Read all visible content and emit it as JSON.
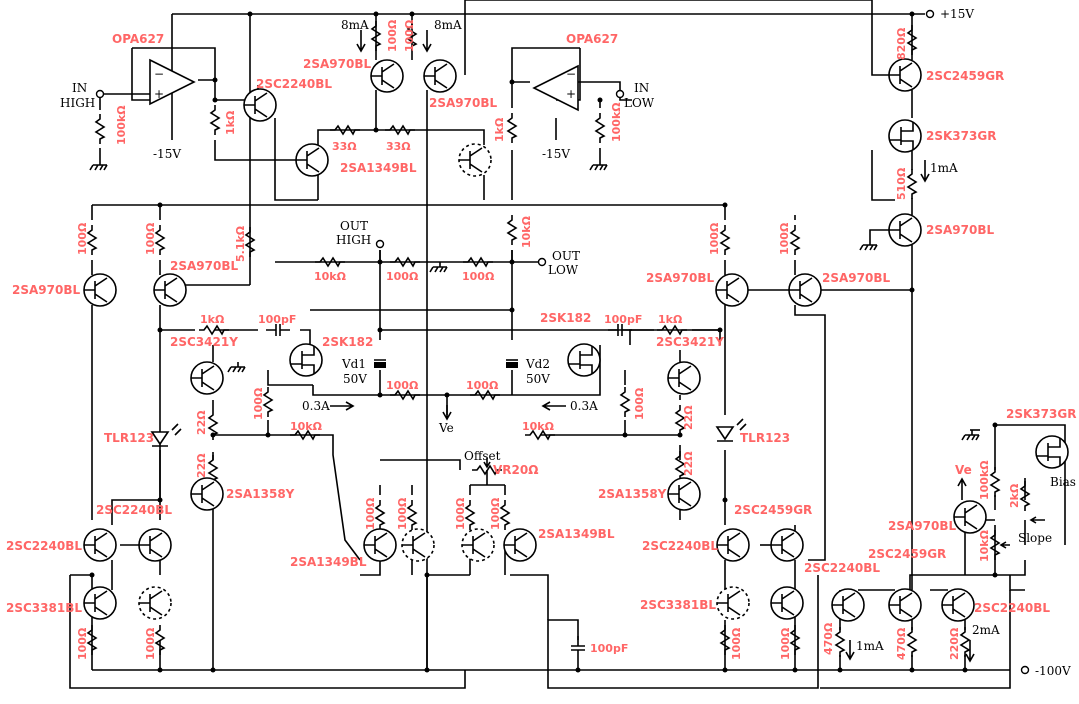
{
  "rails": {
    "pos": "+15V",
    "neg": "-100V"
  },
  "ports": {
    "in_high": [
      "IN",
      "HIGH"
    ],
    "in_low": [
      "IN",
      "LOW"
    ],
    "out_high": [
      "OUT",
      "HIGH"
    ],
    "out_low": [
      "OUT",
      "LOW"
    ],
    "neg15_a": "-15V",
    "neg15_b": "-15V"
  },
  "annotations": {
    "i8a": "8mA",
    "i8b": "8mA",
    "i03a": "0.3A",
    "i03b": "0.3A",
    "ve_node": "Ve",
    "ve_top": "Ve",
    "vd1": [
      "Vd1",
      "50V"
    ],
    "vd2": [
      "Vd2",
      "50V"
    ],
    "offset": "Offset",
    "bias": "Bias",
    "slope": "Slope",
    "i1ma_a": "1mA",
    "i1ma_b": "1mA",
    "i2ma": "2mA"
  },
  "parts": {
    "opa_l": "OPA627",
    "opa_r": "OPA627",
    "q_sc2240_top": "2SC2240BL",
    "q_sa970_top_l": "2SA970BL",
    "q_sa970_top_r": "2SA970BL",
    "q_sa1349_top": "2SA1349BL",
    "q_sc2459_top": "2SC2459GR",
    "q_sk373_top": "2SK373GR",
    "q_sa970_rc": "2SA970BL",
    "q_sa970_l1": "2SA970BL",
    "q_sa970_l2": "2SA970BL",
    "q_sa970_r1": "2SA970BL",
    "q_sa970_r2": "2SA970BL",
    "q_sc3421_l": "2SC3421Y",
    "q_sc3421_r": "2SC3421Y",
    "q_sk182_l": "2SK182",
    "q_sk182_r": "2SK182",
    "led_l": "TLR123",
    "led_r": "TLR123",
    "q_sa1358_l": "2SA1358Y",
    "q_sa1358_r": "2SA1358Y",
    "q_sc2240_l1": "2SC2240BL",
    "q_sc2240_l2": "2SC2240BL",
    "q_sc3381_l": "2SC3381BL",
    "q_sc3381_r": "2SC3381BL",
    "q_sa1349_l": "2SA1349BL",
    "q_sa1349_r": "2SA1349BL",
    "q_sc2240_r1": "2SC2240BL",
    "q_sc2459_r1": "2SC2459GR",
    "q_sc2240_r2": "2SC2240BL",
    "q_sc2459_r2": "2SC2459GR",
    "q_sc2240_r3": "2SC2240BL",
    "q_sa970_bias": "2SA970BL",
    "q_sk373_bias": "2SK373GR",
    "vr20": "VR20Ω"
  },
  "values": {
    "r100k_l": "100kΩ",
    "r100k_r": "100kΩ",
    "r1k_opa_l": "1kΩ",
    "r1k_opa_r": "1kΩ",
    "r100_8a": "100Ω",
    "r100_8b": "100Ω",
    "r33a": "33Ω",
    "r33b": "33Ω",
    "r820": "820Ω",
    "r510": "510Ω",
    "r100_l1": "100Ω",
    "r100_l2": "100Ω",
    "r51k": "5.1kΩ",
    "r10k_oh": "10kΩ",
    "r100_oh": "100Ω",
    "r100_ol": "100Ω",
    "r10k_ol": "10kΩ",
    "r100_r1": "100Ω",
    "r100_r2": "100Ω",
    "r1k_l": "1kΩ",
    "c100p_l": "100pF",
    "r1k_r": "1kΩ",
    "c100p_r": "100pF",
    "r100_gl": "100Ω",
    "r100_gr": "100Ω",
    "r100_vl": "100Ω",
    "r100_vr": "100Ω",
    "r22_l1": "22Ω",
    "r22_l2": "22Ω",
    "r22_r1": "22Ω",
    "r22_r2": "22Ω",
    "r10k_fl": "10kΩ",
    "r10k_fr": "10kΩ",
    "r100_dl1": "100Ω",
    "r100_dl2": "100Ω",
    "r100_dr1": "100Ω",
    "r100_dr2": "100Ω",
    "r100_sl1": "100Ω",
    "r100_sl2": "100Ω",
    "r100_sr1": "100Ω",
    "r100_sr2": "100Ω",
    "c100p_b": "100pF",
    "r470a": "470Ω",
    "r470b": "470Ω",
    "r220": "220Ω",
    "r100k_bias": "100kΩ",
    "r2k": "2kΩ",
    "r10k_slope": "10kΩ"
  }
}
